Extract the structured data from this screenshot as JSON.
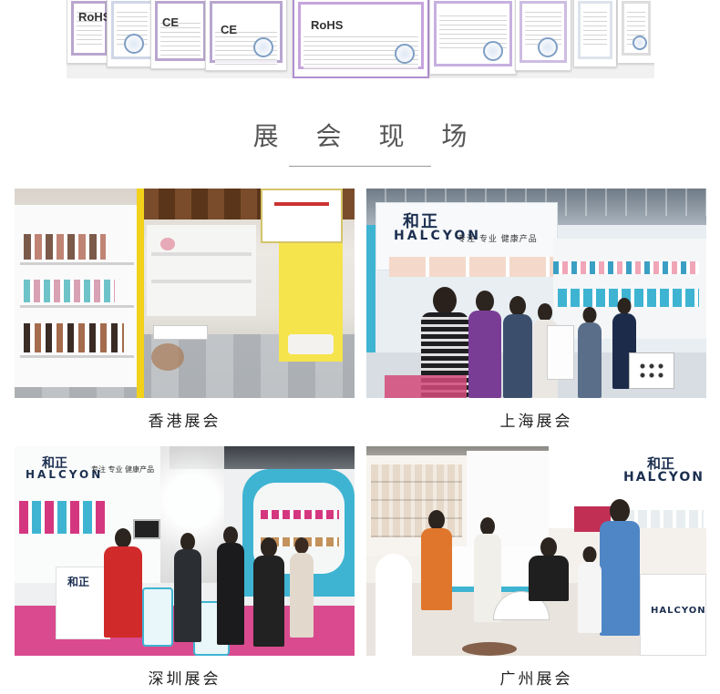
{
  "certificates": {
    "labels": [
      "RoHS",
      "CE",
      "CE",
      "RoHS"
    ]
  },
  "section": {
    "title": "展 会 现 场"
  },
  "exhibitions": [
    {
      "caption": "香港展会"
    },
    {
      "caption": "上海展会"
    },
    {
      "caption": "深圳展会"
    },
    {
      "caption": "广州展会"
    }
  ],
  "brand": {
    "cn": "和正",
    "en": "HALCYON",
    "slogan": "专注   专业   健康产品"
  },
  "colors": {
    "accent_cyan": "#3fb4d2",
    "magenta": "#d4377f",
    "yellow": "#f2d11b"
  }
}
